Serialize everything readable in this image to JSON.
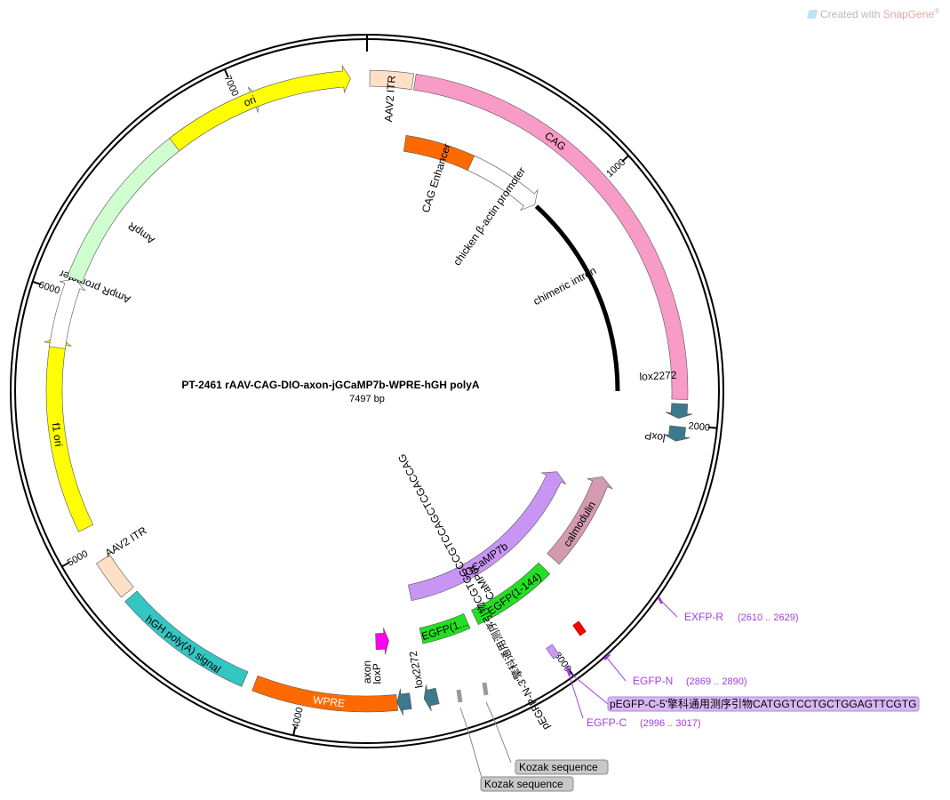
{
  "watermark": {
    "prefix": "Created with ",
    "brand": "SnapGene",
    "reg": "®"
  },
  "plasmid": {
    "name": "PT-2461   rAAV-CAG-DIO-axon-jGCaMP7b-WPRE-hGH polyA",
    "length_label": "7497 bp",
    "length": 7497
  },
  "ticks": [
    {
      "pos": 1000,
      "label": "1000"
    },
    {
      "pos": 2000,
      "label": "2000"
    },
    {
      "pos": 3000,
      "label": "3000"
    },
    {
      "pos": 4000,
      "label": "4000"
    },
    {
      "pos": 5000,
      "label": "5000"
    },
    {
      "pos": 6000,
      "label": "6000"
    },
    {
      "pos": 7000,
      "label": "7000"
    }
  ],
  "features": [
    {
      "id": "aav2-itr-1",
      "label": "AAV2 ITR",
      "color": "#fde0c5",
      "shape": "box",
      "r": 352,
      "a0": 0.5,
      "a1": 8.4,
      "text_angle": 4.5,
      "text_r": 330
    },
    {
      "id": "cag",
      "label": "CAG",
      "color": "#f99bc7",
      "shape": "box",
      "r": 352,
      "a0": 8.8,
      "a1": 91.5,
      "text_angle": 37,
      "text_r": 352
    },
    {
      "id": "cag-enhancer",
      "label": "CAG Enhancer",
      "color": "#ff6a00",
      "shape": "box",
      "r": 282,
      "a0": 8.7,
      "a1": 24.5,
      "text_angle": 18,
      "text_r": 252
    },
    {
      "id": "chicken-b-actin-promoter",
      "label": "chicken β-actin promoter",
      "color": "#ffffff",
      "shape": "arrow",
      "r": 282,
      "a0": 24.5,
      "a1": 42,
      "text_angle": 35,
      "text_r": 240
    },
    {
      "id": "chimeric-intron",
      "label": "chimeric intron",
      "color": "#000000",
      "shape": "line",
      "r": 282,
      "a0": 42.5,
      "a1": 90,
      "text_angle": 62,
      "text_r": 252
    },
    {
      "id": "lox2272-1",
      "label": "lox2272",
      "color": "#3b7a8c",
      "shape": "arrow",
      "r": 352,
      "a0": 92.3,
      "a1": 95,
      "text_angle": 87,
      "text_r": 328
    },
    {
      "id": "loxp-1",
      "label": "loxP",
      "color": "#3b7a8c",
      "shape": "arrow",
      "r": 352,
      "a0": 96.5,
      "a1": 99.2,
      "text_angle": 99,
      "text_r": 328
    },
    {
      "id": "calmodulin",
      "label": "calmodulin",
      "color": "#d49bb0",
      "shape": "arrow",
      "r": 282,
      "a0": 132,
      "a1": 110,
      "text_angle": 122,
      "text_r": 282
    },
    {
      "id": "jgcamp7b",
      "label": "jGCaMP7b",
      "color": "#c895f5",
      "shape": "arrow",
      "r": 232,
      "a0": 168,
      "a1": 113,
      "text_angle": 145,
      "text_r": 232
    },
    {
      "id": "gcamp6f",
      "label": "GCaMP6f",
      "color": "#000000",
      "shape": "label",
      "r": 262,
      "text_angle": 149,
      "text_r": 256
    },
    {
      "id": "egfp-1-144",
      "label": "EGFP(1-144)",
      "color": "#22e022",
      "shape": "box",
      "r": 282,
      "a0": 154.5,
      "a1": 135,
      "text_angle": 144,
      "text_r": 282
    },
    {
      "id": "egfp-1-dots",
      "label": "EGFP(1...",
      "color": "#22e022",
      "shape": "box",
      "r": 282,
      "a0": 167.5,
      "a1": 156.5,
      "text_angle": 162,
      "text_r": 282
    },
    {
      "id": "axon",
      "label": "axon",
      "color": "#ff00ee",
      "shape": "arrow",
      "r": 282,
      "a0": 178,
      "a1": 175,
      "text_angle": 180,
      "text_r": 316
    },
    {
      "id": "primer-n3",
      "label": "pEGFP-N-3'擎科通用测序引物CGTCGCCGTCCAGCTCGACCAG",
      "color": "#000000",
      "shape": "label",
      "r": 262,
      "text_angle": 152,
      "text_r": 256
    },
    {
      "id": "loxp-2",
      "label": "loxP",
      "color": "#3b7a8c",
      "shape": "arrow",
      "r": 352,
      "a0": 172,
      "a1": 174.5,
      "text_angle": 178,
      "text_r": 318
    },
    {
      "id": "lox2272-2",
      "label": "lox2272",
      "color": "#3b7a8c",
      "shape": "arrow",
      "r": 352,
      "a0": 167,
      "a1": 169.5,
      "text_angle": 170,
      "text_r": 318
    },
    {
      "id": "wpre",
      "label": "WPRE",
      "color": "#ff6a00",
      "shape": "box",
      "r": 352,
      "a0": 174.5,
      "a1": 201,
      "text_angle": 187,
      "text_r": 352
    },
    {
      "id": "hgh-polya",
      "label": "hGH poly(A) signal",
      "color": "#33c6c2",
      "shape": "box",
      "r": 352,
      "a0": 203,
      "a1": 229,
      "text_angle": 216,
      "text_r": 352
    },
    {
      "id": "aav2-itr-2",
      "label": "AAV2 ITR",
      "color": "#fde0c5",
      "shape": "box",
      "r": 352,
      "a0": 230,
      "a1": 237.5,
      "text_angle": 238,
      "text_r": 320
    },
    {
      "id": "f1-ori",
      "label": "f1 ori",
      "color": "#ffff00",
      "shape": "arrow",
      "r": 352,
      "a0": 244,
      "a1": 280,
      "text_angle": 262,
      "text_r": 352
    },
    {
      "id": "ampr-promoter",
      "label": "AmpR promoter",
      "color": "#ffffff",
      "shape": "arrow",
      "r": 352,
      "a0": 278,
      "a1": 291,
      "text_angle": 291,
      "text_r": 328
    },
    {
      "id": "ampr",
      "label": "AmpR",
      "color": "#cfffcf",
      "shape": "arrow",
      "r": 352,
      "a0": 291,
      "a1": 340,
      "text_angle": 305,
      "text_r": 310
    },
    {
      "id": "ori",
      "label": "ori",
      "color": "#ffff00",
      "shape": "arrow",
      "r": 352,
      "a0": 322,
      "a1": 357,
      "text_angle": 338,
      "text_r": 352
    }
  ],
  "primers": [
    {
      "id": "exfp-r",
      "label": "EXFP-R",
      "range": "(2610 .. 2629)",
      "color": "#a040e0"
    },
    {
      "id": "egfp-n",
      "label": "EGFP-N",
      "range": "(2869 .. 2890)",
      "color": "#a040e0"
    },
    {
      "id": "egfp-c5",
      "label": "pEGFP-C-5'擎科通用测序引物CATGGTCCTGCTGGAGTTCGTG",
      "range": "",
      "color": "#d8b7f5"
    },
    {
      "id": "egfp-c",
      "label": "EGFP-C",
      "range": "(2996 .. 3017)",
      "color": "#a040e0"
    }
  ],
  "callouts": [
    {
      "id": "kozak-1",
      "label": "Kozak sequence"
    },
    {
      "id": "kozak-2",
      "label": "Kozak sequence"
    }
  ],
  "colors": {
    "ring": "#000000",
    "tick": "#000000",
    "primer": "#a040e0",
    "feature_outline": "#555555"
  }
}
